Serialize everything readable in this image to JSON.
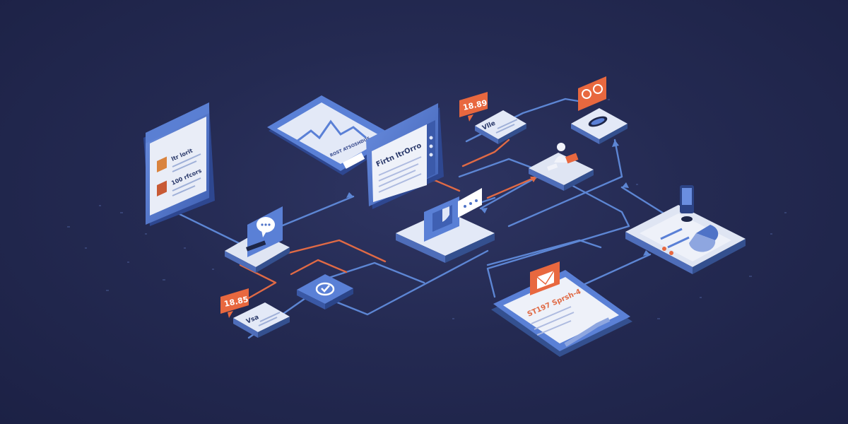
{
  "colors": {
    "background": "#252b55",
    "card_blue": "#4f73c7",
    "card_light": "#e9edf7",
    "connector_blue": "#5d86d4",
    "connector_orange": "#e06a45",
    "badge_orange": "#e8683f"
  },
  "badges": {
    "top_price": "18.89",
    "left_price": "18.85"
  },
  "cards": {
    "left_window_line_1": "ltr lorit",
    "left_window_line_2": "100 rfcors",
    "analytics_panel_caption": "ROST ATSOSHDUS",
    "article_window_heading": "Firtn ltrOrro",
    "small_left_card_label": "Vsa",
    "top_card_label": "Vlle",
    "email_card_heading": "ST197 Sprsh-4"
  },
  "icons": [
    "chat-bubble-icon",
    "sync-icon",
    "smiley-icon",
    "search-icon",
    "email-icon",
    "phone-icon",
    "person-icon",
    "shield-icon"
  ]
}
